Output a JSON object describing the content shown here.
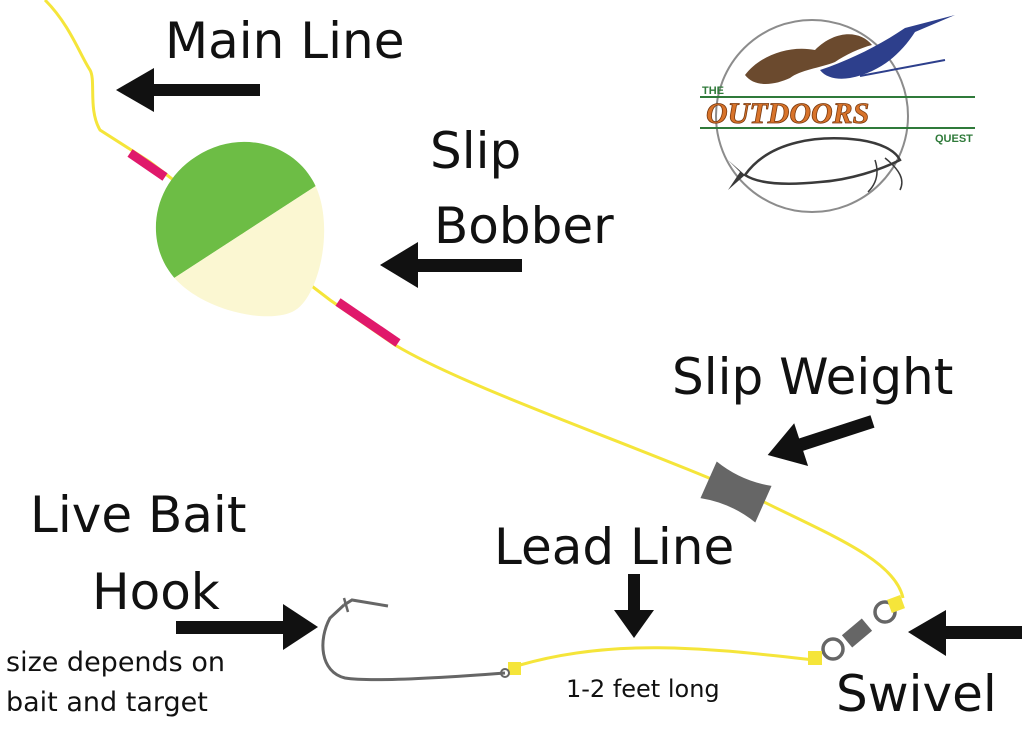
{
  "labels": {
    "main_line": "Main Line",
    "slip_bobber_1": "Slip",
    "slip_bobber_2": "Bobber",
    "slip_weight": "Slip Weight",
    "live_bait_hook_1": "Live Bait",
    "live_bait_hook_2": "Hook",
    "hook_note_1": "size depends on",
    "hook_note_2": "bait and target",
    "lead_line": "Lead Line",
    "lead_line_note": "1-2 feet long",
    "swivel": "Swivel"
  },
  "logo": {
    "text_the": "THE",
    "text_main": "OUTDOORS",
    "text_quest": "QUEST"
  },
  "colors": {
    "line": "#f5e53a",
    "bobber_top": "#6dbd45",
    "bobber_bottom": "#fbf7d2",
    "stopper": "#e0196b",
    "weight": "#666666",
    "hook": "#666666",
    "knot": "#f5e53a",
    "arrow": "#111111",
    "logo_orange": "#d8732a",
    "logo_green": "#2f7a3a"
  }
}
